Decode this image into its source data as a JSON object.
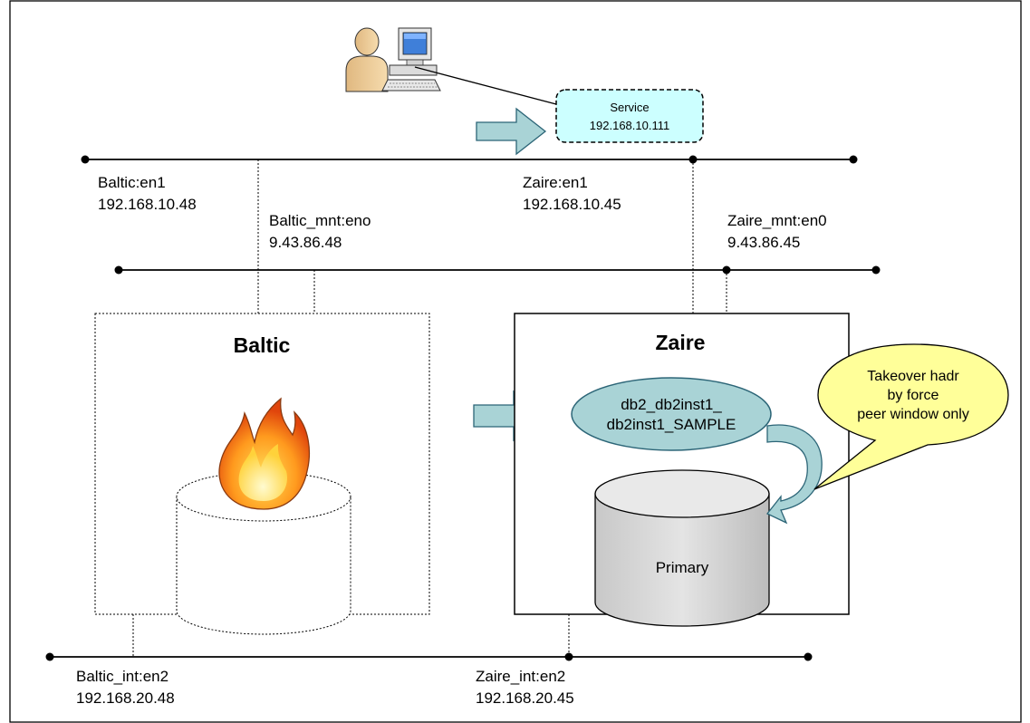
{
  "service": {
    "title": "Service",
    "ip": "192.168.10.111"
  },
  "public_net": {
    "baltic_if": "Baltic:en1",
    "baltic_ip": "192.168.10.48",
    "zaire_if": "Zaire:en1",
    "zaire_ip": "192.168.10.45"
  },
  "mgmt_net": {
    "baltic_if": "Baltic_mnt:eno",
    "baltic_ip": "9.43.86.48",
    "zaire_if": "Zaire_mnt:en0",
    "zaire_ip": "9.43.86.45"
  },
  "private_net": {
    "baltic_if": "Baltic_int:en2",
    "baltic_ip": "192.168.20.48",
    "zaire_if": "Zaire_int:en2",
    "zaire_ip": "192.168.20.45"
  },
  "nodes": {
    "baltic": "Baltic",
    "zaire": "Zaire"
  },
  "resource": {
    "line1": "db2_db2inst1_",
    "line2": "db2inst1_SAMPLE"
  },
  "disk": {
    "label": "Primary"
  },
  "callout": {
    "line1": "Takeover hadr",
    "line2": "by force",
    "line3": "peer window only"
  },
  "colors": {
    "service_fill": "#ccffff",
    "arrow_fill": "#a9d3d6",
    "ellipse_fill": "#a9d3d6",
    "callout_fill": "#ffff99",
    "disk_fill": "#d9d9d9"
  },
  "icons": [
    "user-at-computer-icon",
    "fire-icon"
  ]
}
